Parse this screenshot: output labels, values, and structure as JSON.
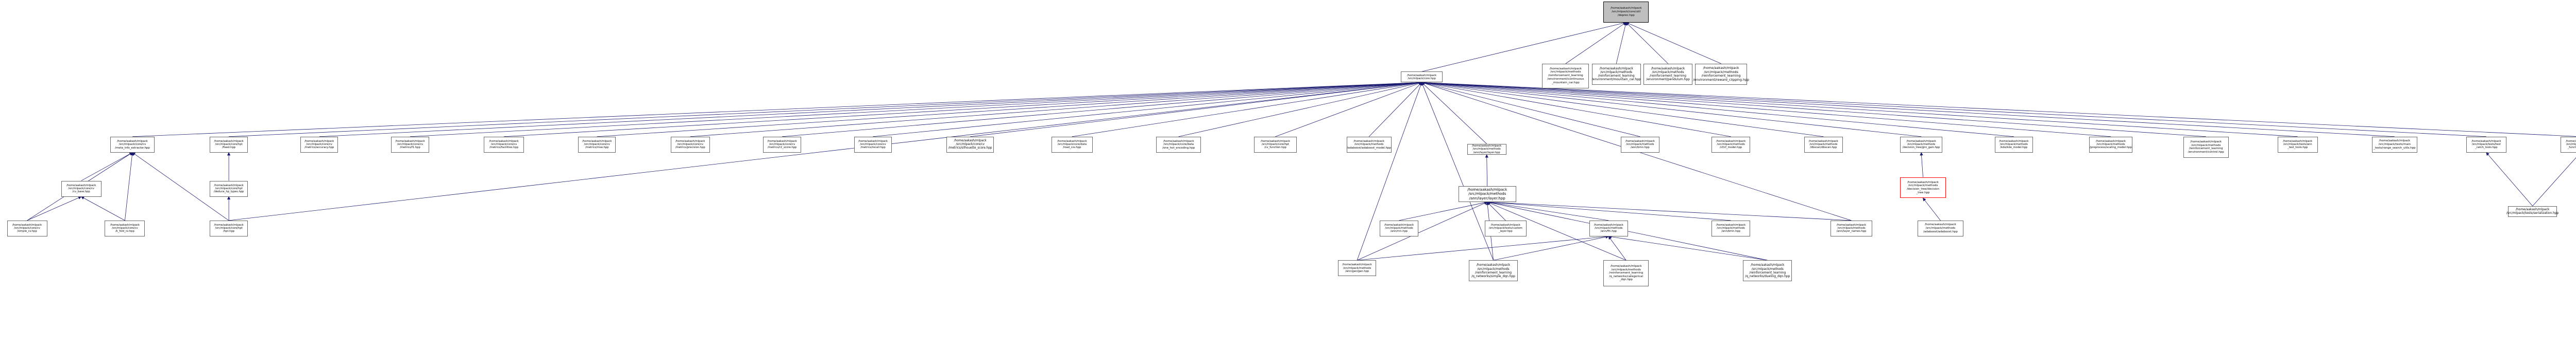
{
  "colors": {
    "edge": "#191970",
    "root_fill": "#bfbfbf",
    "node_border": "#666666",
    "highlight_border": "#ff0000"
  },
  "nodes": [
    {
      "id": "root",
      "label": "/home/aakash/mlpack\n/src/mlpack/core/util\n/deprec.hpp",
      "style": "root"
    },
    {
      "id": "core",
      "label": "/home/aakash/mlpack\n/src/mlpack/core.hpp"
    },
    {
      "id": "rl_cont",
      "label": "/home/aakash/mlpack\n/src/mlpack/methods\n/reinforcement_learning\n/environment/continuous\n_mountain_car.hpp"
    },
    {
      "id": "rl_mc",
      "label": "/home/aakash/mlpack\n/src/mlpack/methods\n/reinforcement_learning\n/environment/mountain_car.hpp"
    },
    {
      "id": "rl_pend",
      "label": "/home/aakash/mlpack\n/src/mlpack/methods\n/reinforcement_learning\n/environment/pendulum.hpp"
    },
    {
      "id": "rl_reward",
      "label": "/home/aakash/mlpack\n/src/mlpack/methods\n/reinforcement_learning\n/environment/reward_clipping.hpp"
    },
    {
      "id": "meta_info",
      "label": "/home/aakash/mlpack\n/src/mlpack/core/cv\n/meta_info_extractor.hpp"
    },
    {
      "id": "hpt_fixed",
      "label": "/home/aakash/mlpack\n/src/mlpack/core/hpt\n/fixed.hpp"
    },
    {
      "id": "m_accuracy",
      "label": "/home/aakash/mlpack\n/src/mlpack/core/cv\n/metrics/accuracy.hpp"
    },
    {
      "id": "m_f1",
      "label": "/home/aakash/mlpack\n/src/mlpack/core/cv\n/metrics/f1.hpp"
    },
    {
      "id": "m_facilities",
      "label": "/home/aakash/mlpack\n/src/mlpack/core/cv\n/metrics/facilities.hpp"
    },
    {
      "id": "m_mse",
      "label": "/home/aakash/mlpack\n/src/mlpack/core/cv\n/metrics/mse.hpp"
    },
    {
      "id": "m_precision",
      "label": "/home/aakash/mlpack\n/src/mlpack/core/cv\n/metrics/precision.hpp"
    },
    {
      "id": "m_r2",
      "label": "/home/aakash/mlpack\n/src/mlpack/core/cv\n/metrics/r2_score.hpp"
    },
    {
      "id": "m_recall",
      "label": "/home/aakash/mlpack\n/src/mlpack/core/cv\n/metrics/recall.hpp"
    },
    {
      "id": "m_silhouette",
      "label": "/home/aakash/mlpack\n/src/mlpack/core/cv\n/metrics/silhouette_score.hpp"
    },
    {
      "id": "load_csv",
      "label": "/home/aakash/mlpack\n/src/mlpack/core/data\n/load_csv.hpp"
    },
    {
      "id": "one_hot",
      "label": "/home/aakash/mlpack\n/src/mlpack/core/data\n/one_hot_encoding.hpp"
    },
    {
      "id": "cv_function",
      "label": "/home/aakash/mlpack\n/src/mlpack/core/hpt\n/cv_function.hpp"
    },
    {
      "id": "adaboost_model",
      "label": "/home/aakash/mlpack\n/src/mlpack/methods\n/adaboost/adaboost_model.hpp"
    },
    {
      "id": "ann_layer",
      "label": "/home/aakash/mlpack\n/src/mlpack/methods\n/ann/layer/layer.hpp"
    },
    {
      "id": "ann_brnn",
      "label": "/home/aakash/mlpack\n/src/mlpack/methods\n/ann/brnn.hpp"
    },
    {
      "id": "cf_model",
      "label": "/home/aakash/mlpack\n/src/mlpack/methods\n/cf/cf_model.hpp"
    },
    {
      "id": "dbscan",
      "label": "/home/aakash/mlpack\n/src/mlpack/methods\n/dbscan/dbscan.hpp"
    },
    {
      "id": "decision_stump",
      "label": "/home/aakash/mlpack\n/src/mlpack/methods\n/decision_tree/gini_gain.hpp"
    },
    {
      "id": "hoeffding",
      "label": "/home/aakash/mlpack\n/src/mlpack/methods\n/kde/kde_model.hpp"
    },
    {
      "id": "preprocess",
      "label": "/home/aakash/mlpack\n/src/mlpack/methods\n/preprocess/scaling_model.hpp"
    },
    {
      "id": "rl_env_ctrl",
      "label": "/home/aakash/mlpack\n/src/mlpack/methods\n/reinforcement_learning\n/environment/control.hpp"
    },
    {
      "id": "tests_ann",
      "label": "/home/aakash/mlpack\n/src/mlpack/tests/ann\n_test_tools.hpp"
    },
    {
      "id": "tests_main",
      "label": "/home/aakash/mlpack\n/src/mlpack/tests/main\n_tests/range_search_utils.hpp"
    },
    {
      "id": "tests_test",
      "label": "/home/aakash/mlpack\n/src/mlpack/tests/test\n_catch_tools.hpp"
    },
    {
      "id": "tests_func",
      "label": "/home/aakash/mlpack\n/src/mlpack/tests/test\n_function_tools.hpp"
    },
    {
      "id": "cv_base",
      "label": "/home/aakash/mlpack\n/src/mlpack/core/cv\n/cv_base.hpp"
    },
    {
      "id": "deduce_hp",
      "label": "/home/aakash/mlpack\n/src/mlpack/core/hpt\n/deduce_hp_types.hpp"
    },
    {
      "id": "ann_layer_layer",
      "label": "/home/aakash/mlpack\n/src/mlpack/methods\n/ann/layer/layer.hpp"
    },
    {
      "id": "decision_tree",
      "label": "/home/aakash/mlpack\n/src/mlpack/methods\n/decision_tree/decision\n_tree.hpp",
      "style": "red"
    },
    {
      "id": "tests_serial",
      "label": "/home/aakash/mlpack\n/src/mlpack/tests/serialization.hpp"
    },
    {
      "id": "simple_cv",
      "label": "/home/aakash/mlpack\n/src/mlpack/core/cv\n/simple_cv.hpp"
    },
    {
      "id": "kfold_cv",
      "label": "/home/aakash/mlpack\n/src/mlpack/core/cv\n/k_fold_cv.hpp"
    },
    {
      "id": "hpt",
      "label": "/home/aakash/mlpack\n/src/mlpack/core/hpt\n/hpt.hpp"
    },
    {
      "id": "ann_rnn",
      "label": "/home/aakash/mlpack\n/src/mlpack/methods\n/ann/rnn.hpp"
    },
    {
      "id": "custom_layer",
      "label": "/home/aakash/mlpack\n/src/mlpack/tests/custom\n_layer.hpp"
    },
    {
      "id": "ffn",
      "label": "/home/aakash/mlpack\n/src/mlpack/methods\n/ann/ffn.hpp"
    },
    {
      "id": "ann_brnn2",
      "label": "/home/aakash/mlpack\n/src/mlpack/methods\n/ann/brnn.hpp"
    },
    {
      "id": "layer_names",
      "label": "/home/aakash/mlpack\n/src/mlpack/methods\n/ann/layer_names.hpp"
    },
    {
      "id": "adaboost",
      "label": "/home/aakash/mlpack\n/src/mlpack/methods\n/adaboost/adaboost.hpp"
    },
    {
      "id": "gan",
      "label": "/home/aakash/mlpack\n/src/mlpack/methods\n/ann/gan/gan.hpp"
    },
    {
      "id": "simple_dqn",
      "label": "/home/aakash/mlpack\n/src/mlpack/methods\n/reinforcement_learning\n/q_networks/simple_dqn.hpp"
    },
    {
      "id": "categorical_dqn",
      "label": "/home/aakash/mlpack\n/src/mlpack/methods\n/reinforcement_learning\n/q_networks/categorical\n_dqn.hpp"
    },
    {
      "id": "dueling_dqn",
      "label": "/home/aakash/mlpack\n/src/mlpack/methods\n/reinforcement_learning\n/q_networks/dueling_dqn.hpp"
    }
  ],
  "edges": [
    [
      "root",
      "core"
    ],
    [
      "root",
      "rl_cont"
    ],
    [
      "root",
      "rl_mc"
    ],
    [
      "root",
      "rl_pend"
    ],
    [
      "root",
      "rl_reward"
    ],
    [
      "core",
      "meta_info"
    ],
    [
      "core",
      "hpt_fixed"
    ],
    [
      "core",
      "m_accuracy"
    ],
    [
      "core",
      "m_f1"
    ],
    [
      "core",
      "m_facilities"
    ],
    [
      "core",
      "m_mse"
    ],
    [
      "core",
      "m_precision"
    ],
    [
      "core",
      "m_r2"
    ],
    [
      "core",
      "m_recall"
    ],
    [
      "core",
      "m_silhouette"
    ],
    [
      "core",
      "load_csv"
    ],
    [
      "core",
      "one_hot"
    ],
    [
      "core",
      "cv_function"
    ],
    [
      "core",
      "adaboost_model"
    ],
    [
      "core",
      "ann_layer"
    ],
    [
      "core",
      "ann_brnn"
    ],
    [
      "core",
      "cf_model"
    ],
    [
      "core",
      "dbscan"
    ],
    [
      "core",
      "decision_stump"
    ],
    [
      "core",
      "hoeffding"
    ],
    [
      "core",
      "preprocess"
    ],
    [
      "core",
      "rl_env_ctrl"
    ],
    [
      "core",
      "tests_ann"
    ],
    [
      "core",
      "tests_main"
    ],
    [
      "core",
      "tests_test"
    ],
    [
      "core",
      "tests_func"
    ],
    [
      "core",
      "gan"
    ],
    [
      "core",
      "simple_dqn"
    ],
    [
      "core",
      "layer_names"
    ],
    [
      "core",
      "hpt"
    ],
    [
      "meta_info",
      "cv_base"
    ],
    [
      "meta_info",
      "simple_cv"
    ],
    [
      "meta_info",
      "kfold_cv"
    ],
    [
      "meta_info",
      "hpt"
    ],
    [
      "cv_base",
      "simple_cv"
    ],
    [
      "cv_base",
      "kfold_cv"
    ],
    [
      "hpt_fixed",
      "deduce_hp"
    ],
    [
      "deduce_hp",
      "hpt"
    ],
    [
      "ann_layer",
      "ann_layer_layer"
    ],
    [
      "ann_layer_layer",
      "ann_rnn"
    ],
    [
      "ann_layer_layer",
      "custom_layer"
    ],
    [
      "ann_layer_layer",
      "ffn"
    ],
    [
      "ann_layer_layer",
      "ann_brnn2"
    ],
    [
      "ann_layer_layer",
      "layer_names"
    ],
    [
      "ann_layer_layer",
      "gan"
    ],
    [
      "ann_layer_layer",
      "simple_dqn"
    ],
    [
      "ann_layer_layer",
      "categorical_dqn"
    ],
    [
      "ann_layer_layer",
      "dueling_dqn"
    ],
    [
      "ffn",
      "gan"
    ],
    [
      "ffn",
      "simple_dqn"
    ],
    [
      "ffn",
      "categorical_dqn"
    ],
    [
      "ffn",
      "dueling_dqn"
    ],
    [
      "decision_stump",
      "decision_tree"
    ],
    [
      "decision_tree",
      "adaboost"
    ],
    [
      "tests_test",
      "tests_serial"
    ],
    [
      "tests_func",
      "tests_serial"
    ]
  ]
}
